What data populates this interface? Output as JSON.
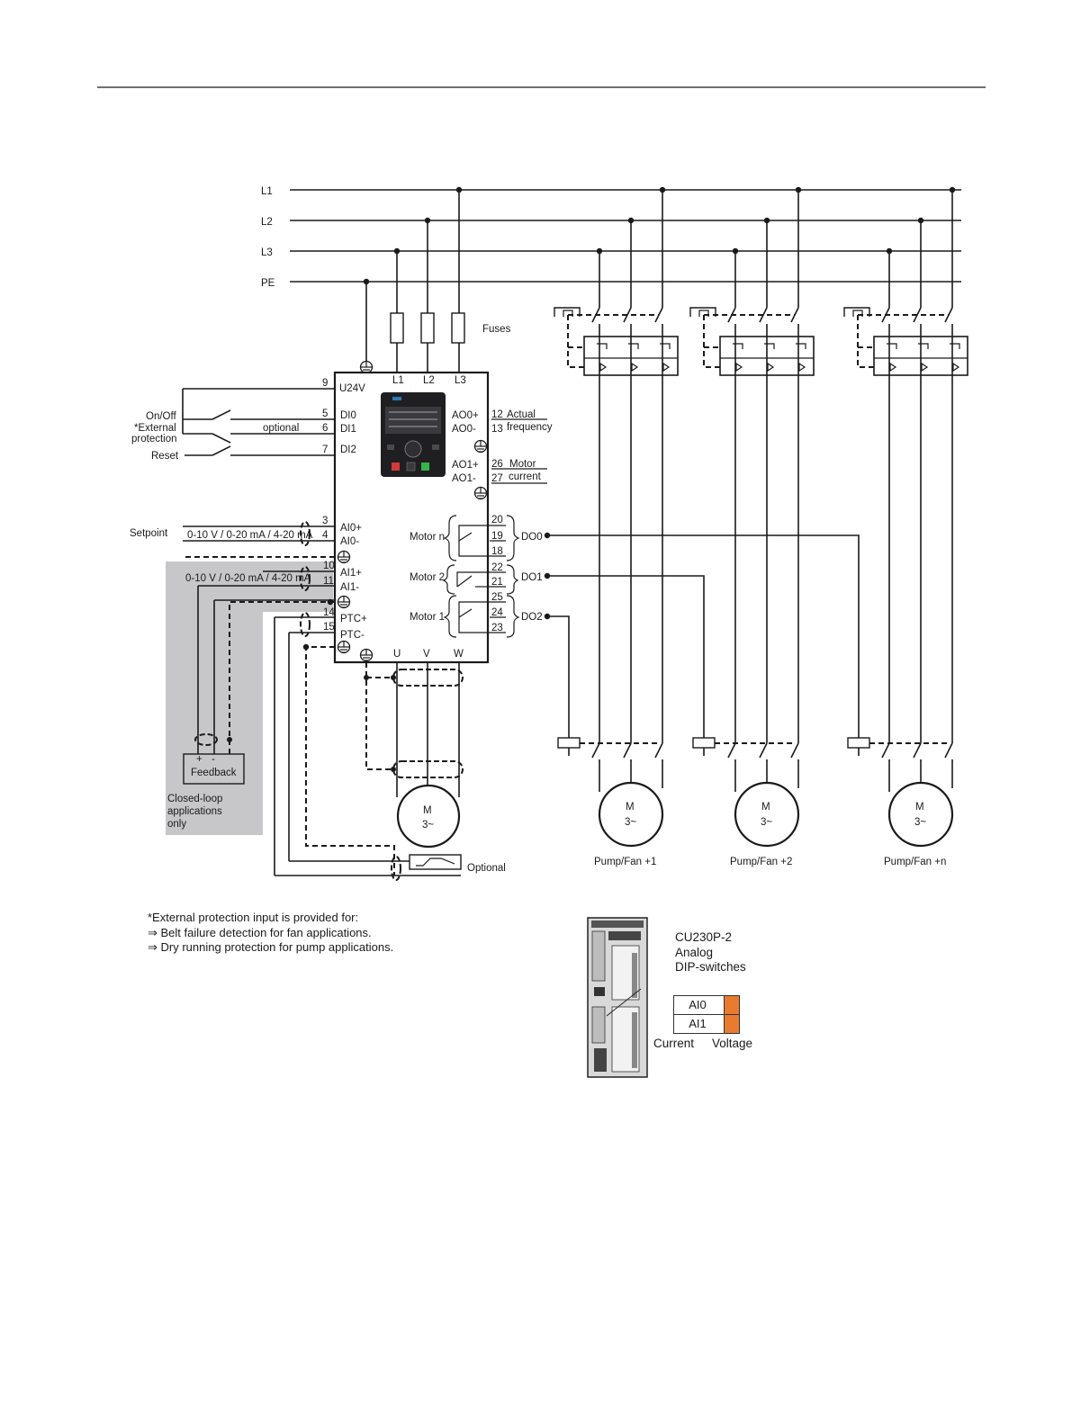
{
  "supply": {
    "l1": "L1",
    "l2": "L2",
    "l3": "L3",
    "pe": "PE",
    "fuses": "Fuses"
  },
  "inverter": {
    "in_l1": "L1",
    "in_l2": "L2",
    "in_l3": "L3",
    "u24v": "U24V",
    "di0": "DI0",
    "di1": "DI1",
    "di2": "DI2",
    "ai0p": "AI0+",
    "ai0m": "AI0-",
    "ai1p": "AI1+",
    "ai1m": "AI1-",
    "ptcp": "PTC+",
    "ptcm": "PTC-",
    "ao0p": "AO0+",
    "ao0m": "AO0-",
    "ao1p": "AO1+",
    "ao1m": "AO1-",
    "u": "U",
    "v": "V",
    "w": "W",
    "t9": "9",
    "t5": "5",
    "t6": "6",
    "t7": "7",
    "t3": "3",
    "t4": "4",
    "t10": "10",
    "t11": "11",
    "t14": "14",
    "t15": "15",
    "t12": "12",
    "t13": "13",
    "t26": "26",
    "t27": "27",
    "t20": "20",
    "t19": "19",
    "t18": "18",
    "t22": "22",
    "t21": "21",
    "t25": "25",
    "t24": "24",
    "t23": "23",
    "actual": "Actual",
    "frequency": "frequency",
    "motor": "Motor",
    "current": "current",
    "motor_n": "Motor n",
    "motor_2": "Motor 2",
    "motor_1": "Motor 1",
    "do0": "DO0",
    "do1": "DO1",
    "do2": "DO2"
  },
  "inputs": {
    "onoff": "On/Off",
    "ext": "*External",
    "protection": "protection",
    "reset": "Reset",
    "optional": "optional",
    "setpoint": "Setpoint",
    "range1": "0-10 V / 0-20 mA / 4-20 mA",
    "range2": "0-10 V / 0-20 mA / 4-20 mA",
    "feedback": "Feedback",
    "fb_plus": "+",
    "fb_minus": "-",
    "closed1": "Closed-loop",
    "closed2": "applications",
    "closed3": "only"
  },
  "motor": {
    "m": "M",
    "phase": "3~",
    "optional": "Optional"
  },
  "pumps": [
    {
      "m": "M",
      "phase": "3~",
      "label": "Pump/Fan +1"
    },
    {
      "m": "M",
      "phase": "3~",
      "label": "Pump/Fan +2"
    },
    {
      "m": "M",
      "phase": "3~",
      "label": "Pump/Fan +n"
    }
  ],
  "footnote": {
    "title": "*External protection input is provided for:",
    "item1": "⇒ Belt failure detection for fan applications.",
    "item2": "⇒ Dry running protection for pump applications."
  },
  "dip": {
    "line1": "CU230P-2",
    "line2": "Analog",
    "line3": "DIP-switches",
    "ai0": "AI0",
    "ai1": "AI1",
    "current": "Current",
    "voltage": "Voltage",
    "switch_color": "#e87b2e"
  }
}
